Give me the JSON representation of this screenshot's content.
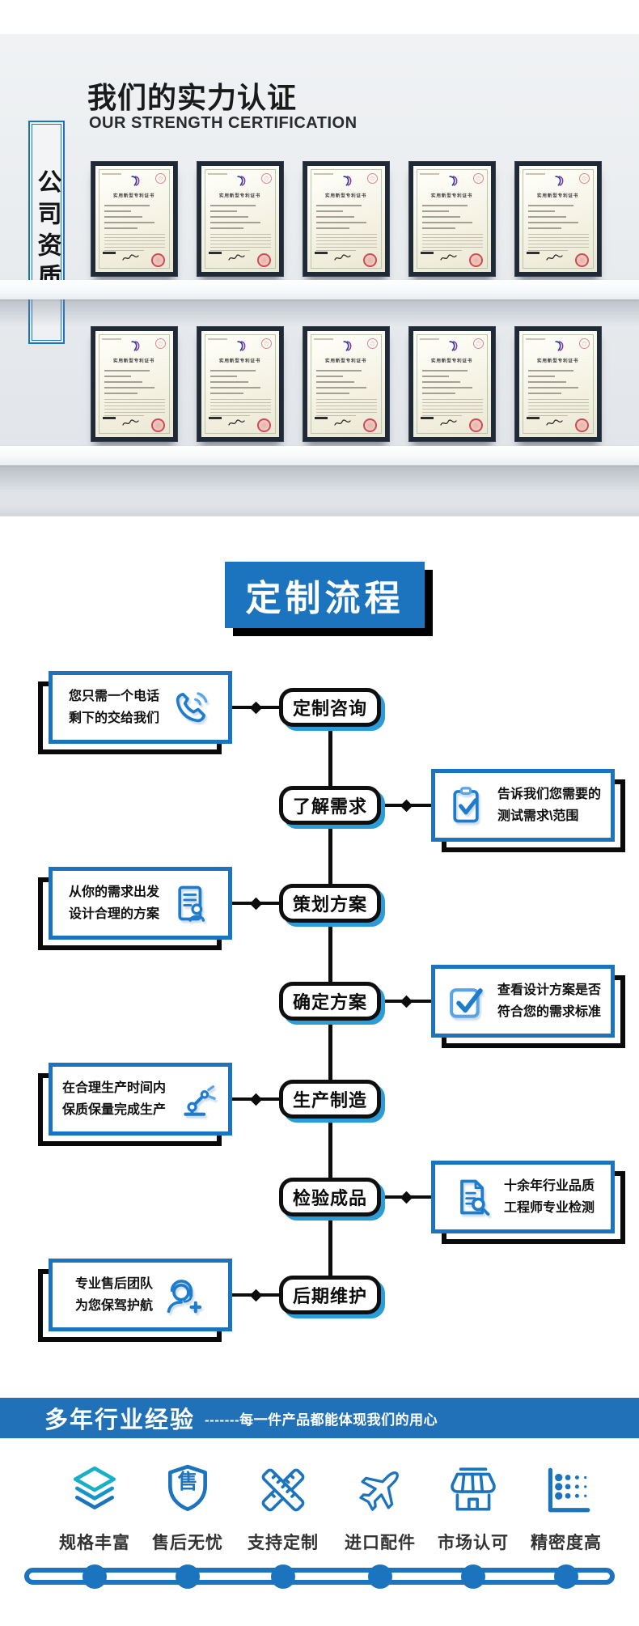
{
  "colors": {
    "accent": "#1b74bd",
    "banner": "#2171b8",
    "node-shadow": "#2b9cd8",
    "icon-blue": "#1e7ccc",
    "icon-light": "#5aa4e6",
    "teal-1": "#17b0c6",
    "teal-2": "#1795c9"
  },
  "header": {
    "tab": "公司资质",
    "title": "我们的实力认证",
    "subtitle": "OUR STRENGTH CERTIFICATION",
    "certificate_title": "实用新型专利证书",
    "cert_rows": [
      5,
      5
    ]
  },
  "process": {
    "title": "定制流程",
    "steps": [
      {
        "label": "定制咨询",
        "side": "left",
        "icon": "phone-icon",
        "line1": "您只需一个电话",
        "line2": "剩下的交给我们"
      },
      {
        "label": "了解需求",
        "side": "right",
        "icon": "clipboard-check-icon",
        "line1": "告诉我们您需要的",
        "line2": "测试需求\\范围"
      },
      {
        "label": "策划方案",
        "side": "left",
        "icon": "document-user-icon",
        "line1": "从你的需求出发",
        "line2": "设计合理的方案"
      },
      {
        "label": "确定方案",
        "side": "right",
        "icon": "checkbox-icon",
        "line1": "查看设计方案是否",
        "line2": "符合您的需求标准"
      },
      {
        "label": "生产制造",
        "side": "left",
        "icon": "robot-arm-icon",
        "line1": "在合理生产时间内",
        "line2": "保质保量完成生产"
      },
      {
        "label": "检验成品",
        "side": "right",
        "icon": "document-search-icon",
        "line1": "十余年行业品质",
        "line2": "工程师专业检测"
      },
      {
        "label": "后期维护",
        "side": "left",
        "icon": "headset-icon",
        "line1": "专业售后团队",
        "line2": "为您保驾护航"
      }
    ]
  },
  "banner": {
    "title": "多年行业经验",
    "tagline": "-------每一件产品都能体现我们的用心"
  },
  "features": [
    {
      "label": "规格丰富",
      "icon": "layers-icon"
    },
    {
      "label": "售后无忧",
      "icon": "shield-icon",
      "glyph": "售"
    },
    {
      "label": "支持定制",
      "icon": "rulers-icon"
    },
    {
      "label": "进口配件",
      "icon": "airplane-icon"
    },
    {
      "label": "市场认可",
      "icon": "storefront-icon"
    },
    {
      "label": "精密度高",
      "icon": "dot-chart-icon"
    }
  ]
}
